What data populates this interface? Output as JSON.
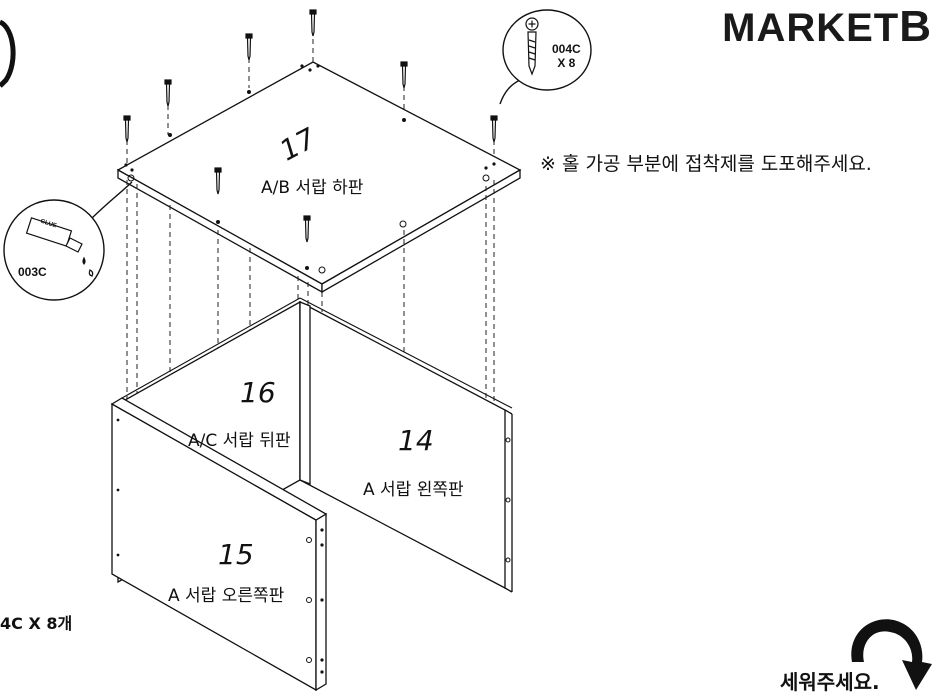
{
  "brand": {
    "name": "MARKET",
    "suffix": "B"
  },
  "note": "※ 홀 가공 부분에 접착제를 도포해주세요.",
  "screw_callout": {
    "code": "004C",
    "qty": "X 8"
  },
  "glue_callout": {
    "label": "GLUE",
    "code": "003C"
  },
  "bottom_note": "4C X 8개",
  "stand_note": "세워주세요.",
  "parts": [
    {
      "number": "17",
      "name": "A/B 서랍 하판"
    },
    {
      "number": "16",
      "name": "A/C 서랍 뒤판"
    },
    {
      "number": "14",
      "name": "A 서랍 왼쪽판"
    },
    {
      "number": "15",
      "name": "A 서랍 오른쪽판"
    }
  ]
}
